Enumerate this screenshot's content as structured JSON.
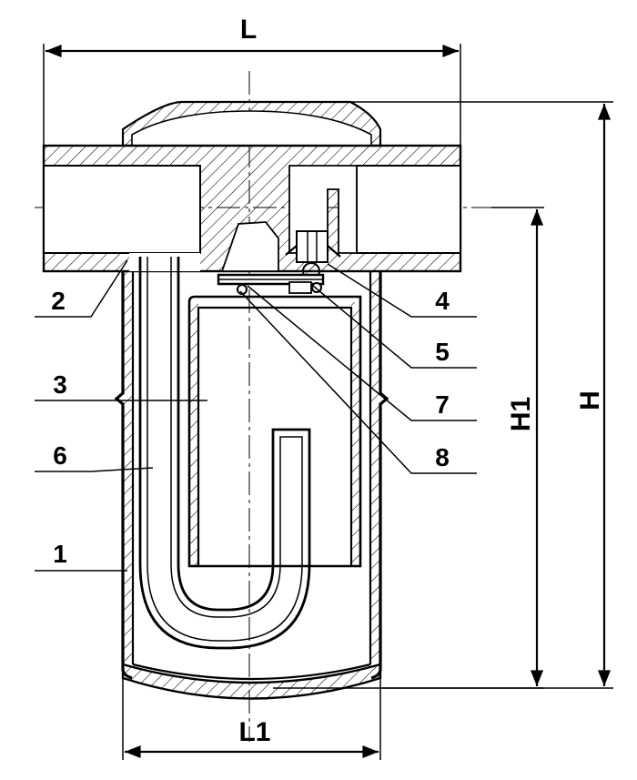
{
  "dimensions": {
    "L": "L",
    "L1": "L1",
    "H": "H",
    "H1": "H1"
  },
  "parts": [
    {
      "id": "part-1",
      "label": "1"
    },
    {
      "id": "part-2",
      "label": "2"
    },
    {
      "id": "part-3",
      "label": "3"
    },
    {
      "id": "part-4",
      "label": "4"
    },
    {
      "id": "part-5",
      "label": "5"
    },
    {
      "id": "part-6",
      "label": "6"
    },
    {
      "id": "part-7",
      "label": "7"
    },
    {
      "id": "part-8",
      "label": "8"
    }
  ],
  "colors": {
    "ink": "#000000",
    "paper": "#ffffff"
  }
}
